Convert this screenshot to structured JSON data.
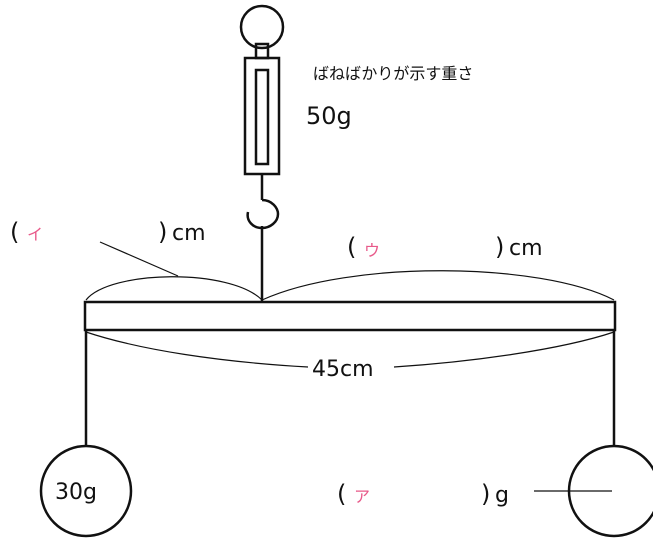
{
  "scale": {
    "label": "ばねばかりが示す重さ",
    "value": "50g"
  },
  "labels": {
    "i_open": "(",
    "i_mark": "イ",
    "i_close": ")",
    "i_unit": "cm",
    "u_open": "(",
    "u_mark": "ウ",
    "u_close": ")",
    "u_unit": "cm",
    "total_length": "45cm",
    "left_weight": "30g",
    "a_open": "(",
    "a_mark": "ア",
    "a_close": ")",
    "a_unit": "g"
  },
  "colors": {
    "line": "#111111",
    "answer_mark": "#e85a8a"
  }
}
